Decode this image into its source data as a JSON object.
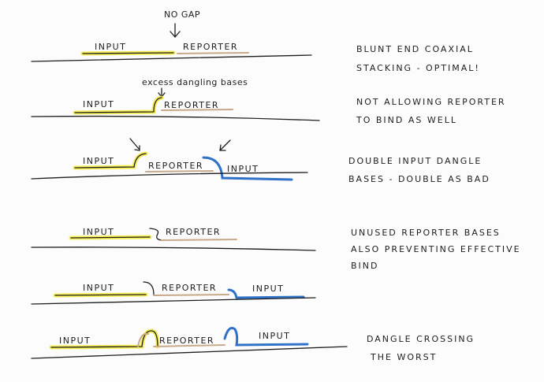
{
  "colors": {
    "input_highlight": "#f2ea3a",
    "second_input": "#2f72c8",
    "reporter": "#c8a98a",
    "ink": "#1e1e1e"
  },
  "rows": [
    {
      "input": "INPUT",
      "reporter": "REPORTER",
      "annotation": "NO GAP",
      "description": [
        "BLUNT END COAXIAL",
        "STACKING - OPTIMAL!"
      ]
    },
    {
      "input": "INPUT",
      "reporter": "REPORTER",
      "annotation": "excess dangling bases",
      "description": [
        "NOT ALLOWING REPORTER",
        "TO BIND AS WELL"
      ]
    },
    {
      "input": "INPUT",
      "reporter": "REPORTER",
      "input2": "INPUT",
      "description": [
        "DOUBLE INPUT DANGLE",
        "BASES - DOUBLE AS BAD"
      ]
    },
    {
      "input": "INPUT",
      "reporter": "REPORTER",
      "description": [
        "UNUSED REPORTER BASES",
        "ALSO PREVENTING EFFECTIVE",
        "BIND"
      ]
    },
    {
      "input": "INPUT",
      "reporter": "REPORTER",
      "input2": "INPUT"
    },
    {
      "input": "INPUT",
      "reporter": "REPORTER",
      "input2": "INPUT",
      "description": [
        "DANGLE CROSSING",
        "THE WORST"
      ]
    }
  ]
}
